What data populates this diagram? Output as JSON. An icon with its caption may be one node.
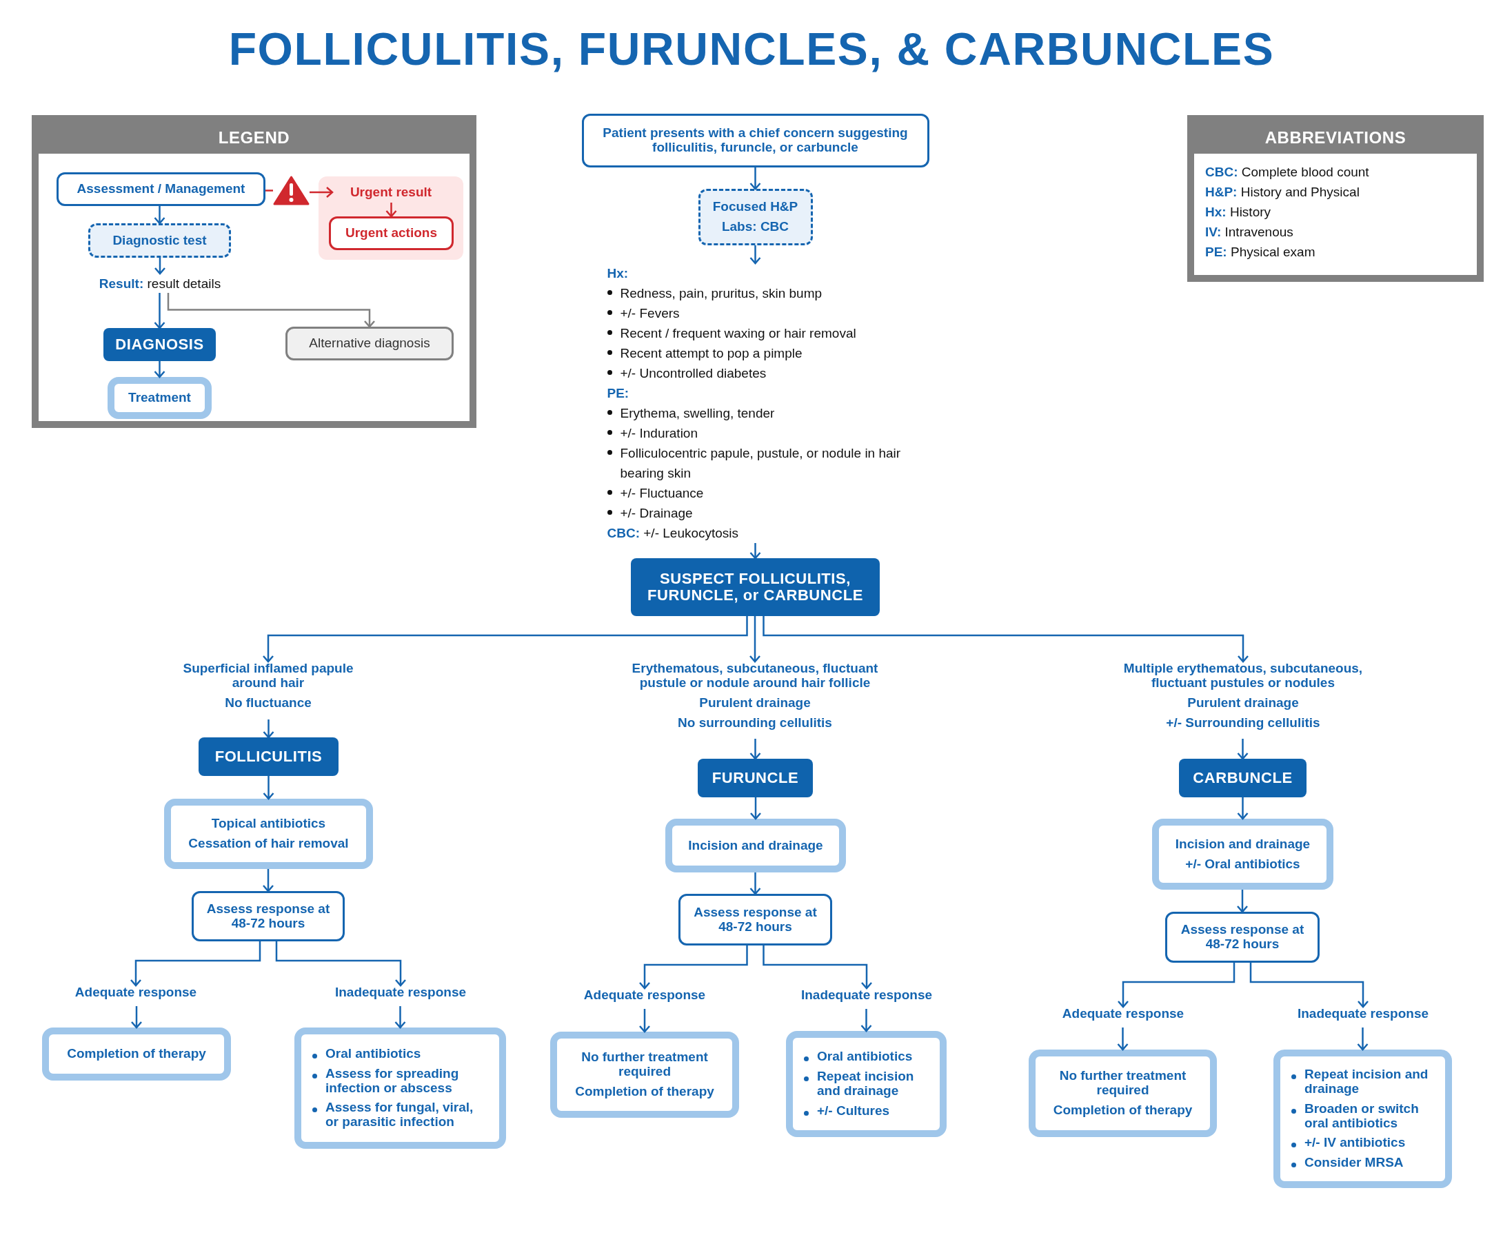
{
  "diagram": {
    "title": "FOLLICULITIS, FURUNCLES, & CARBUNCLES",
    "nodes": [
      {
        "text": [
          "LEGEND"
        ]
      },
      {
        "text": [
          "Assessment / Management"
        ],
        "in": 0
      },
      {
        "text": [],
        "shape": "triangle",
        "in": 0
      },
      {
        "text": [],
        "shape": "box",
        "in": 0
      },
      {
        "text": [
          "Urgent result"
        ],
        "in": 3
      },
      {
        "text": [
          "Urgent actions"
        ],
        "in": 3
      },
      {
        "text": [
          "Diagnostic test"
        ],
        "in": 0
      },
      {
        "text": [
          "**Result:** result details"
        ],
        "in": 0
      },
      {
        "text": [
          "DIAGNOSIS"
        ],
        "in": 0
      },
      {
        "text": [
          "Treatment"
        ],
        "in": 0
      },
      {
        "text": [
          "Alternative diagnosis"
        ],
        "in": 0
      },
      {
        "text": [
          "ABBREVIATIONS",
          "**CBC:** Complete blood count",
          "**H&P:** History and Physical",
          "**Hx:** History",
          "**IV:** Intravenous",
          "**PE:** Physical exam"
        ]
      },
      {
        "text": [
          "Patient presents with a chief concern suggesting **folliculitis, furuncle, or carbuncle**"
        ]
      },
      {
        "text": [
          "Focused H&P",
          "**Labs:** CBC"
        ]
      },
      {
        "text": [
          "Hx:",
          "Redness, pain, pruritus, skin bump",
          "+/- Fevers",
          "Recent / frequent waxing or hair removal",
          "Recent attempt to pop a pimple",
          "+/- Uncontrolled diabetes",
          "PE:",
          "Erythema, swelling, tender",
          "+/- Induration",
          "Folliculocentric papule, pustule, or nodule in hair bearing skin",
          "+/- Fluctuance",
          "+/- Drainage",
          "**CBC:** +/- Leukocytosis"
        ]
      },
      {
        "text": [
          "SUSPECT FOLLICULITIS, FURUNCLE, or CARBUNCLE"
        ]
      },
      {
        "text": [
          "Superficial inflamed papule around hair",
          "No fluctuance"
        ]
      },
      {
        "text": [
          "FOLLICULITIS"
        ]
      },
      {
        "text": [
          "Topical antibiotics",
          "Cessation of hair removal"
        ]
      },
      {
        "text": [
          "Assess response at 48-72 hours"
        ]
      },
      {
        "text": [
          "Adequate response"
        ]
      },
      {
        "text": [
          "Inadequate response"
        ]
      },
      {
        "text": [
          "Completion of therapy"
        ]
      },
      {
        "text": [
          "Oral antibiotics",
          "Assess for spreading infection or abscess",
          "Assess for fungal, viral, or parasitic infection"
        ]
      },
      {
        "text": [
          "Erythematous, subcutaneous, fluctuant pustule or nodule around hair follicle",
          "Purulent drainage",
          "No surrounding cellulitis"
        ]
      },
      {
        "text": [
          "FURUNCLE"
        ]
      },
      {
        "text": [
          "Incision and drainage"
        ]
      },
      {
        "text": [
          "Assess response at 48-72 hours"
        ]
      },
      {
        "text": [
          "Adequate response"
        ]
      },
      {
        "text": [
          "Inadequate response"
        ]
      },
      {
        "text": [
          "No further treatment required",
          "Completion of therapy"
        ]
      },
      {
        "text": [
          "Oral antibiotics",
          "Repeat incision and drainage",
          "+/- Cultures"
        ]
      },
      {
        "text": [
          "Multiple erythematous, subcutaneous, fluctuant pustules or nodules",
          "Purulent drainage",
          "+/- Surrounding cellulitis"
        ]
      },
      {
        "text": [
          "CARBUNCLE"
        ]
      },
      {
        "text": [
          "Incision and drainage",
          "+/- Oral antibiotics"
        ]
      },
      {
        "text": [
          "Assess response at 48-72 hours"
        ]
      },
      {
        "text": [
          "Adequate response"
        ]
      },
      {
        "text": [
          "Inadequate response"
        ]
      },
      {
        "text": [
          "No further treatment required",
          "Completion of therapy"
        ]
      },
      {
        "text": [
          "Repeat incision and drainage",
          "Broaden or switch oral antibiotics",
          "+/- IV antibiotics",
          "Consider MRSA"
        ]
      }
    ],
    "edges": [
      {
        "from": 1,
        "to": 2,
        "arrow": "none",
        "color": "#d0282e"
      },
      {
        "from": 2,
        "to": 4,
        "arrow": "to",
        "color": "#d0282e"
      },
      {
        "from": 4,
        "to": 5,
        "arrow": "to",
        "color": "#d0282e"
      },
      {
        "from": 1,
        "to": 6,
        "arrow": "to"
      },
      {
        "from": 6,
        "to": 7,
        "arrow": "to"
      },
      {
        "from": 7,
        "to": 8,
        "arrow": "to"
      },
      {
        "from": 7,
        "to": 10,
        "arrow": "to",
        "color": "#808080"
      },
      {
        "from": 8,
        "to": 9,
        "arrow": "to"
      },
      {
        "from": 12,
        "to": 13,
        "arrow": "to"
      },
      {
        "from": 13,
        "to": 14,
        "arrow": "to"
      },
      {
        "from": 14,
        "to": 15,
        "arrow": "to"
      },
      {
        "from": 15,
        "to": 16,
        "arrow": "to"
      },
      {
        "from": 15,
        "to": 24,
        "arrow": "to"
      },
      {
        "from": 15,
        "to": 32,
        "arrow": "to"
      },
      {
        "from": 16,
        "to": 17,
        "arrow": "to"
      },
      {
        "from": 17,
        "to": 18,
        "arrow": "to"
      },
      {
        "from": 18,
        "to": 19,
        "arrow": "to"
      },
      {
        "from": 19,
        "to": 20,
        "arrow": "to"
      },
      {
        "from": 19,
        "to": 21,
        "arrow": "to"
      },
      {
        "from": 20,
        "to": 22,
        "arrow": "to"
      },
      {
        "from": 21,
        "to": 23,
        "arrow": "to"
      },
      {
        "from": 24,
        "to": 25,
        "arrow": "to"
      },
      {
        "from": 25,
        "to": 26,
        "arrow": "to"
      },
      {
        "from": 26,
        "to": 27,
        "arrow": "to"
      },
      {
        "from": 27,
        "to": 28,
        "arrow": "to"
      },
      {
        "from": 27,
        "to": 29,
        "arrow": "to"
      },
      {
        "from": 28,
        "to": 30,
        "arrow": "to"
      },
      {
        "from": 29,
        "to": 31,
        "arrow": "to"
      },
      {
        "from": 32,
        "to": 33,
        "arrow": "to"
      },
      {
        "from": 33,
        "to": 34,
        "arrow": "to"
      },
      {
        "from": 34,
        "to": 35,
        "arrow": "to"
      },
      {
        "from": 35,
        "to": 36,
        "arrow": "to"
      },
      {
        "from": 35,
        "to": 37,
        "arrow": "to"
      },
      {
        "from": 36,
        "to": 38,
        "arrow": "to"
      },
      {
        "from": 37,
        "to": 39,
        "arrow": "to"
      }
    ]
  }
}
